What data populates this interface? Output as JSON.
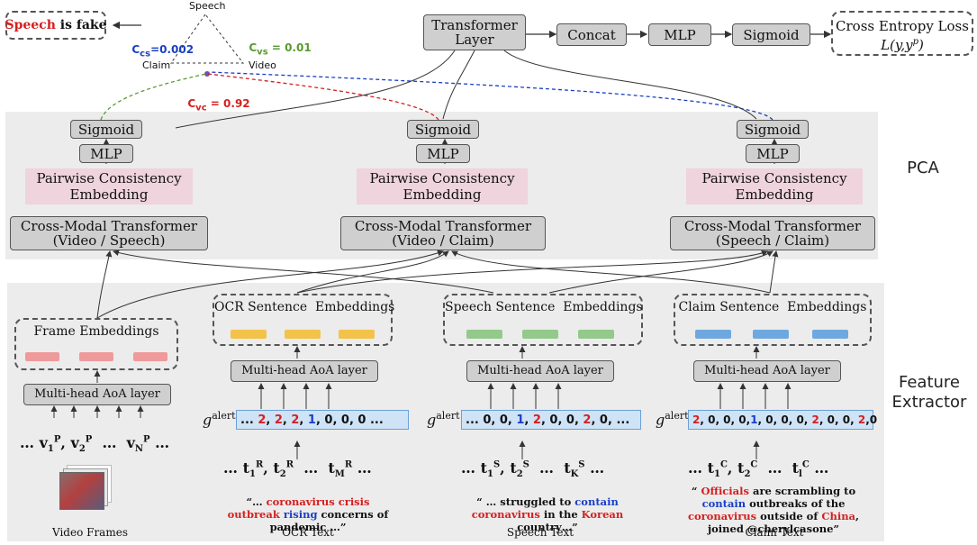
{
  "top": {
    "fake_label_prefix": "Speech",
    "fake_label_suffix": " is fake",
    "triangle": {
      "speech": "Speech",
      "claim": "Claim",
      "video": "Video"
    },
    "c_cs": {
      "name": "C",
      "sub": "cs",
      "value": "=0.002"
    },
    "c_vs": {
      "name": "C",
      "sub": "vs",
      "value": " = 0.01"
    },
    "c_vc": {
      "name": "C",
      "sub": "vc",
      "value": " = 0.92"
    },
    "transformer_layer": "Transformer Layer",
    "concat": "Concat",
    "mlp": "MLP",
    "sigmoid": "Sigmoid",
    "loss_title": "Cross Entropy Loss",
    "loss_formula": "L(y,y^p)"
  },
  "pca": {
    "label": "PCA",
    "sigmoid": "Sigmoid",
    "mlp": "MLP",
    "pairwise": "Pairwise Consistency Embedding",
    "cmt_title": "Cross-Modal Transformer",
    "branches": [
      "(Video / Speech)",
      "(Video / Claim)",
      "(Speech / Claim)"
    ]
  },
  "feature": {
    "label_line1": "Feature",
    "label_line2": "Extractor",
    "frame_embeddings": "Frame Embeddings",
    "ocr_embeddings": "OCR Sentence  Embeddings",
    "speech_embeddings": "Speech Sentence  Embeddings",
    "claim_embeddings": "Claim Sentence  Embeddings",
    "aoa": "Multi-head AoA layer",
    "galert": "g",
    "galert_sup": "alert",
    "ocr_alert": "... 2, 2, 2, 1, 0, 0, 0 ...",
    "speech_alert": "... 0, 0, 1, 2, 0, 0, 2, 0, ...",
    "claim_alert": "2, 0, 0, 0,1, 0, 0, 0, 2, 0, 0, 2,0",
    "video_seq": "... v1P, v2P ... vNP ...",
    "ocr_seq": "... t1R, t2R ... tMR ...",
    "speech_seq": "... t1S, t2S ... tKS ...",
    "claim_seq": "... t1C, t2C ... tlC ...",
    "ocr_caption": "\"... coronavirus crisis outbreak rising concerns of pandemic ...\"",
    "speech_caption": "\" ... struggled to contain coronavirus in the Korean country...\"",
    "claim_caption": "\" Officials are scrambling to contain outbreaks of the coronavirus outside of China, joined @cherylcasone\""
  },
  "bottom_labels": [
    "Video Frames",
    "OCR Text",
    "Speech Text",
    "Claim Text"
  ],
  "colors": {
    "token_red": "#ef9a9a",
    "token_yellow": "#f2c24a",
    "token_green": "#93c98a",
    "token_blue": "#6fa8e0",
    "accent_red": "#d42020",
    "accent_blue": "#1a3fc4",
    "accent_green": "#5a9a30"
  }
}
